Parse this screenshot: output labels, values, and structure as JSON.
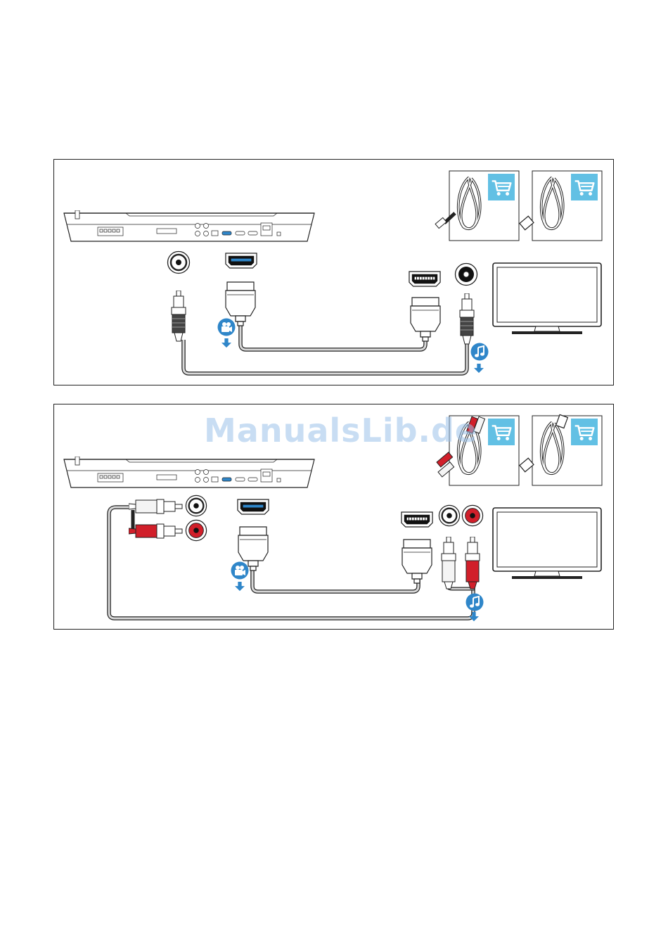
{
  "watermark": {
    "text": "ManualsLib.de"
  },
  "colors": {
    "accent_blue": "#2f86c9",
    "cart_blue": "#62c0e4",
    "plug_red": "#d11f2a",
    "cable_grey": "#cfcfcf",
    "outline": "#222222"
  },
  "panels": [
    {
      "name": "coaxial-hdmi-connection",
      "audio_cable": "coaxial",
      "icons": [
        "video-icon",
        "music-note-icon",
        "shopping-cart-icon"
      ]
    },
    {
      "name": "analog-audio-hdmi-connection",
      "audio_cable": "rca-stereo",
      "icons": [
        "video-icon",
        "music-note-icon",
        "shopping-cart-icon"
      ]
    }
  ]
}
